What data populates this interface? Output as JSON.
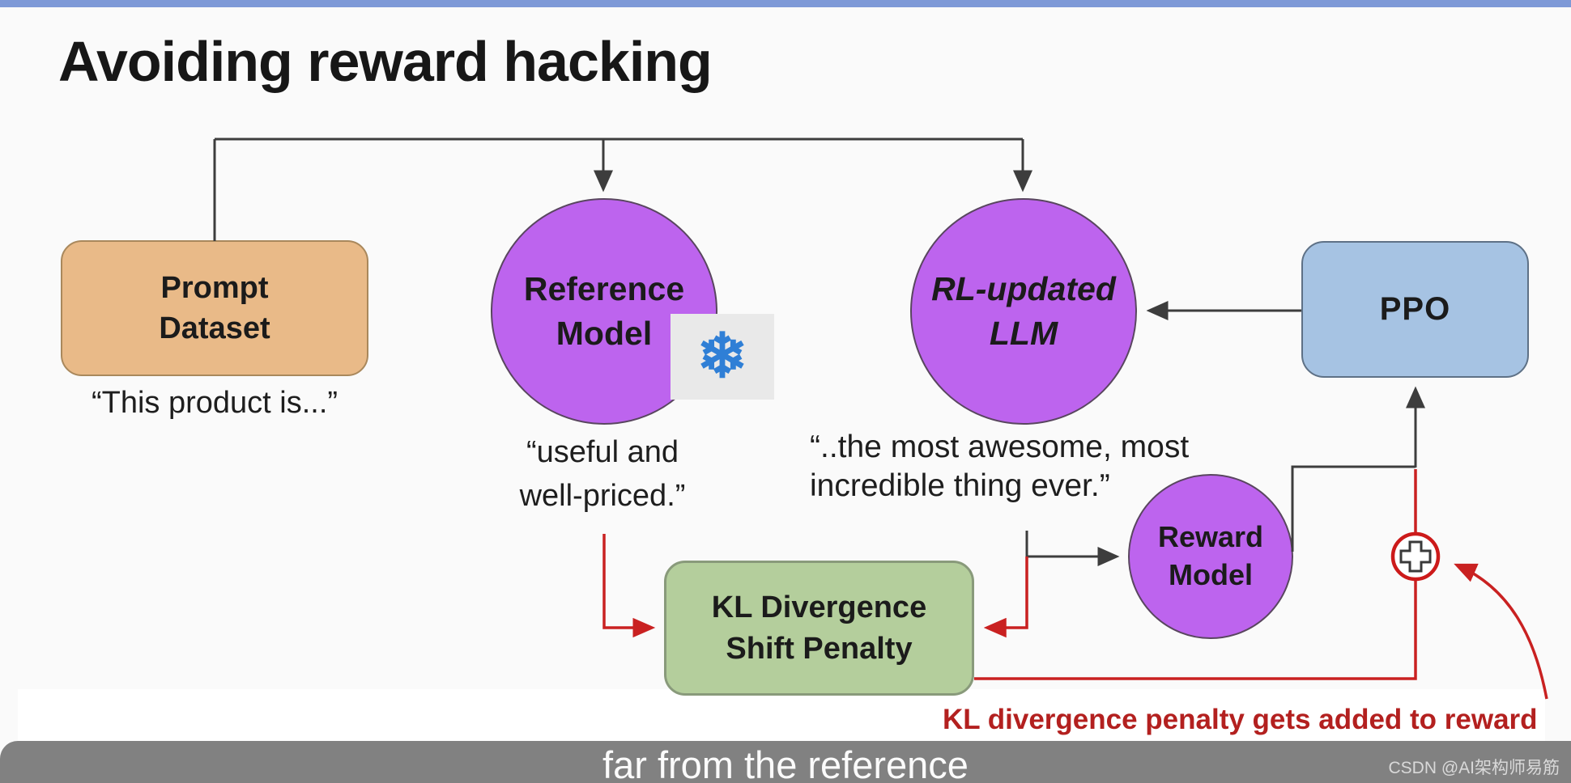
{
  "title": "Avoiding reward hacking",
  "colors": {
    "top_bar": "#7E99D7",
    "background": "#FAFAFA",
    "model_purple": "#BD64EE",
    "prompt_orange": "#E9BA88",
    "ppo_blue": "#A6C3E3",
    "kl_green": "#B4CE9C",
    "arrow_dark": "#3D3D3D",
    "arrow_red": "#C92121",
    "annotation_red": "#B3201F",
    "snowflake_blue": "#2F7FD6",
    "subtitle_bar_gray": "#818181"
  },
  "diagram": {
    "prompt_dataset": {
      "label": "Prompt\nDataset",
      "quote": "“This product  is...”"
    },
    "reference_model": {
      "label": "Reference\nModel",
      "quote": "“useful and\nwell-priced.”"
    },
    "snowflake_glyph": "❄",
    "rl_updated_llm": {
      "label": "RL-updated\nLLM",
      "quote": "“..the most awesome, most\nincredible thing ever.”"
    },
    "ppo": {
      "label": "PPO"
    },
    "reward_model": {
      "label": "Reward\nModel"
    },
    "kl_penalty": {
      "label": "KL Divergence\nShift Penalty"
    },
    "annotation": "KL divergence penalty gets added to reward"
  },
  "overlay": {
    "subtitle": "far from the reference",
    "watermark": "CSDN @AI架构师易筋"
  }
}
